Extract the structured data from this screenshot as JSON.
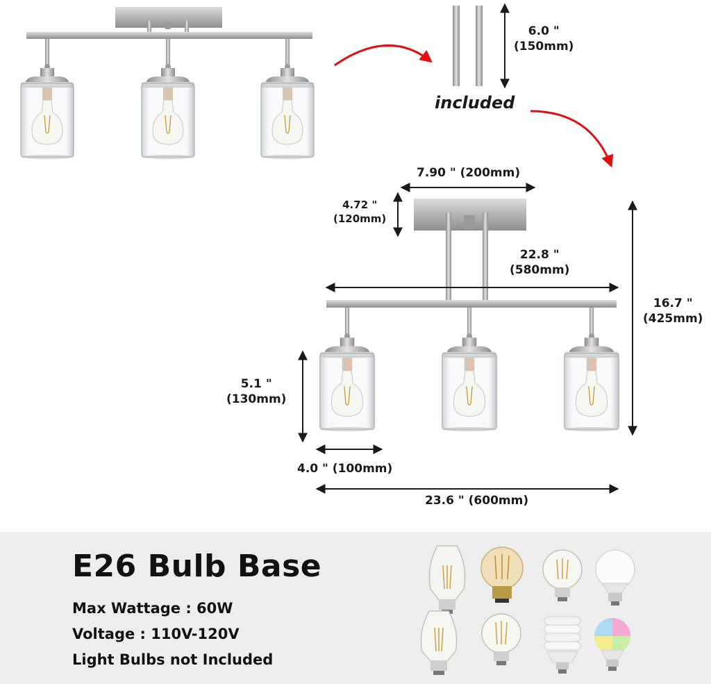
{
  "labels": {
    "rod_length": "6.0 \"",
    "rod_length_mm": "(150mm)",
    "included": "included",
    "canopy_width": "7.90 \" (200mm)",
    "canopy_height": "4.72 \"",
    "canopy_height_mm": "(120mm)",
    "bar_width": "22.8 \"",
    "bar_width_mm": "(580mm)",
    "total_height": "16.7 \"",
    "total_height_mm": "(425mm)",
    "shade_height": "5.1 \"",
    "shade_height_mm": "(130mm)",
    "shade_width": "4.0 \" (100mm)",
    "total_width": "23.6 \" (600mm)"
  },
  "info": {
    "title": "E26 Bulb Base",
    "max_wattage": "Max Wattage : 60W",
    "voltage": "Voltage : 110V-120V",
    "bulbs_note": "Light Bulbs not Included"
  },
  "colors": {
    "arrow": "#e01010",
    "metal": "#b8b8b8",
    "band": "#eeeeee"
  }
}
